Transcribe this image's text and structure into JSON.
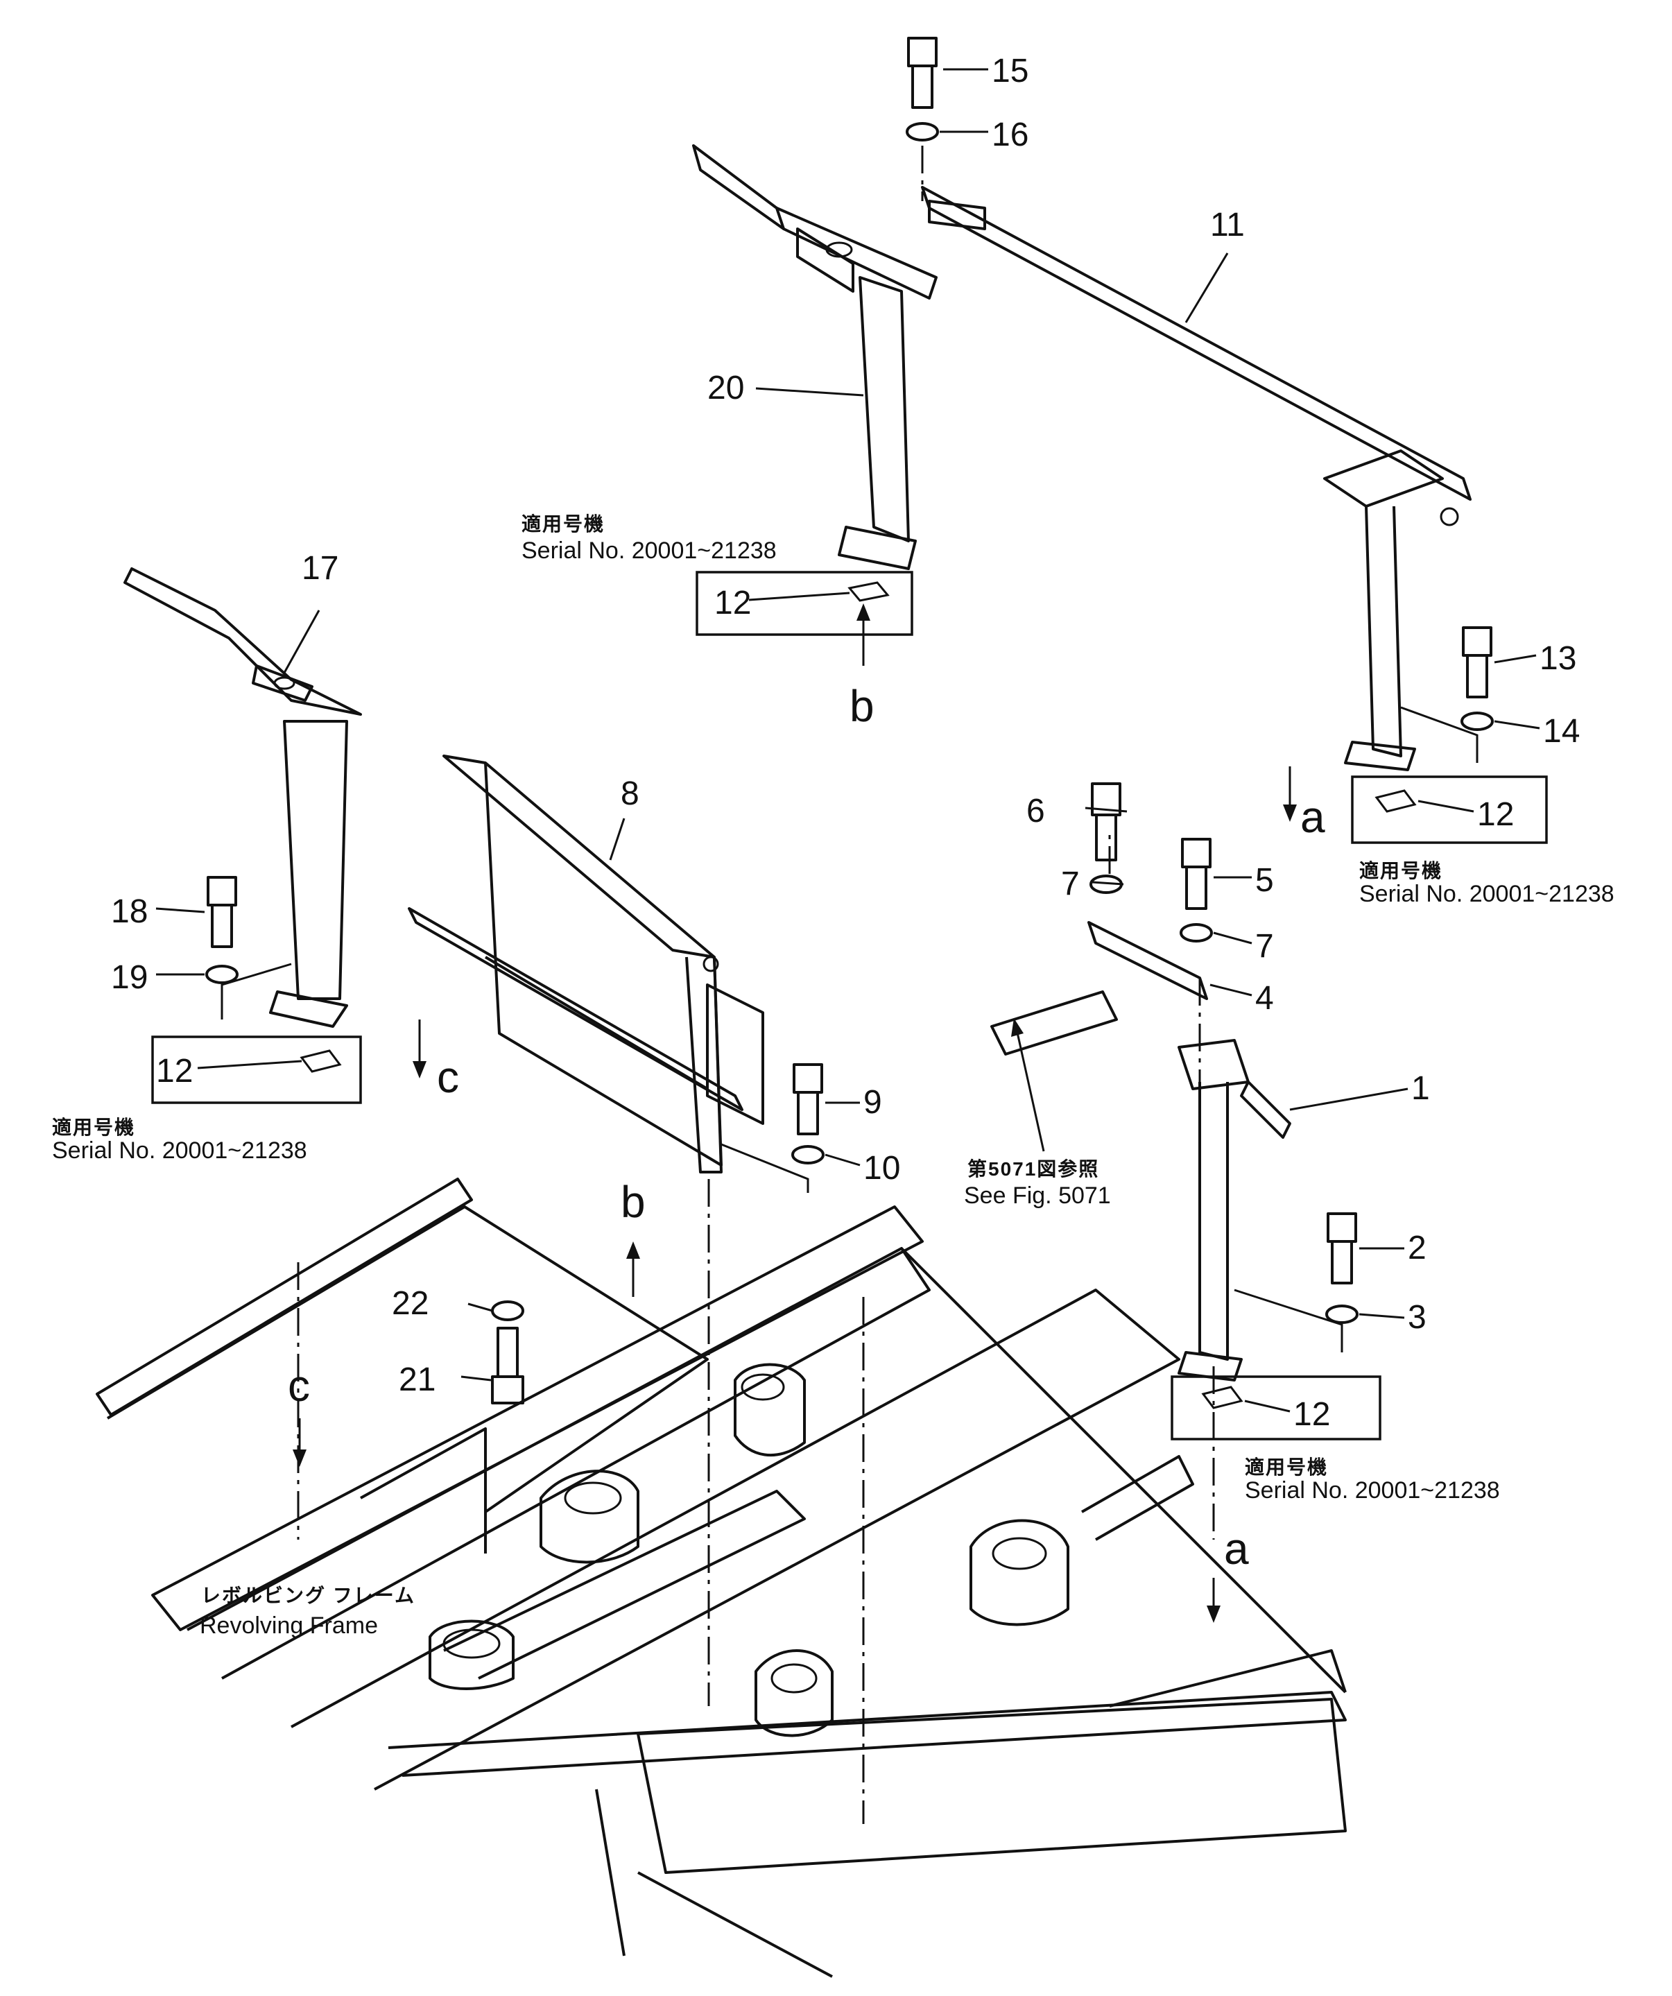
{
  "callouts": {
    "c1": "1",
    "c2": "2",
    "c3": "3",
    "c4": "4",
    "c5": "5",
    "c6": "6",
    "c7a": "7",
    "c7b": "7",
    "c8": "8",
    "c9": "9",
    "c10": "10",
    "c11": "11",
    "c12a": "12",
    "c12b": "12",
    "c12c": "12",
    "c12d": "12",
    "c13": "13",
    "c14": "14",
    "c15": "15",
    "c16": "16",
    "c17": "17",
    "c18": "18",
    "c19": "19",
    "c20": "20",
    "c21": "21",
    "c22": "22"
  },
  "view_letters": {
    "a_top": "a",
    "a_bottom": "a",
    "b_top": "b",
    "b_bottom": "b",
    "c_top": "c",
    "c_bottom": "c"
  },
  "serial_notes": {
    "jp": "適用号機",
    "en": "Serial  No.  20001~21238"
  },
  "references": {
    "fig_jp": "第5071図参照",
    "fig_en": "See Fig. 5071",
    "frame_jp": "レボルビング フレーム",
    "frame_en": "Revolving Frame"
  }
}
